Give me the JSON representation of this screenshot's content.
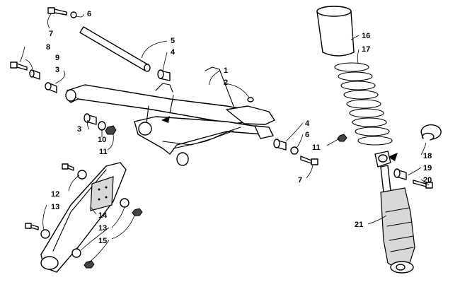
{
  "callouts": {
    "c1": "1",
    "c2": "2",
    "c3a": "3",
    "c3b": "3",
    "c4a": "4",
    "c4b": "4",
    "c5": "5",
    "c6a": "6",
    "c6b": "6",
    "c7a": "7",
    "c7b": "7",
    "c8": "8",
    "c9": "9",
    "c10": "10",
    "c11a": "11",
    "c11b": "11",
    "c12": "12",
    "c13a": "13",
    "c13b": "13",
    "c14": "14",
    "c15": "15",
    "c16": "16",
    "c17": "17",
    "c18": "18",
    "c19": "19",
    "c20": "20",
    "c21": "21"
  }
}
